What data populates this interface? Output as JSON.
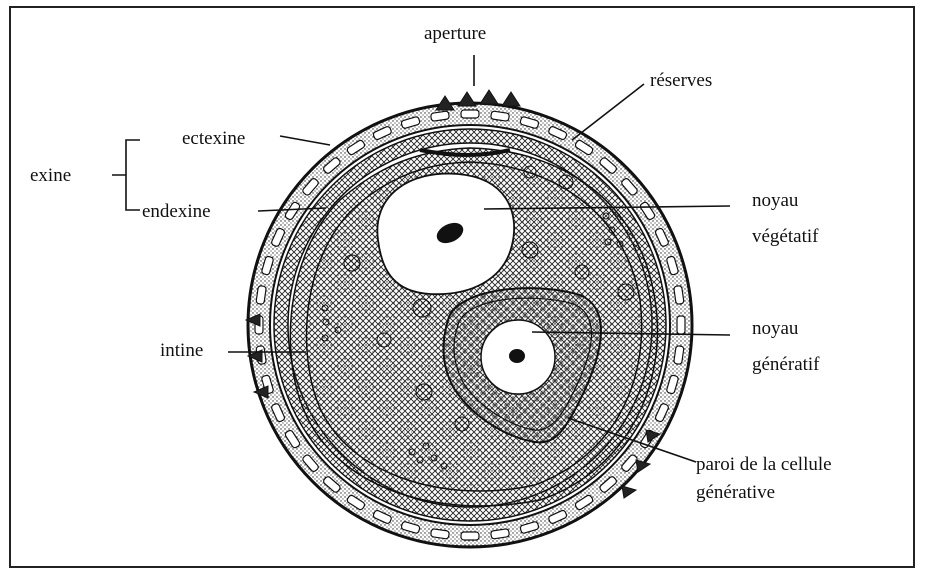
{
  "labels": {
    "aperture": "aperture",
    "reserves": "réserves",
    "ectexine": "ectexine",
    "exine": "exine",
    "endexine": "endexine",
    "noyau_vegetatif_1": "noyau",
    "noyau_vegetatif_2": "végétatif",
    "intine": "intine",
    "noyau_generatif_1": "noyau",
    "noyau_generatif_2": "génératif",
    "paroi_1": "paroi de la cellule",
    "paroi_2": "générative"
  },
  "colors": {
    "ink": "#111111",
    "background": "#ffffff",
    "frame": "#222222"
  }
}
